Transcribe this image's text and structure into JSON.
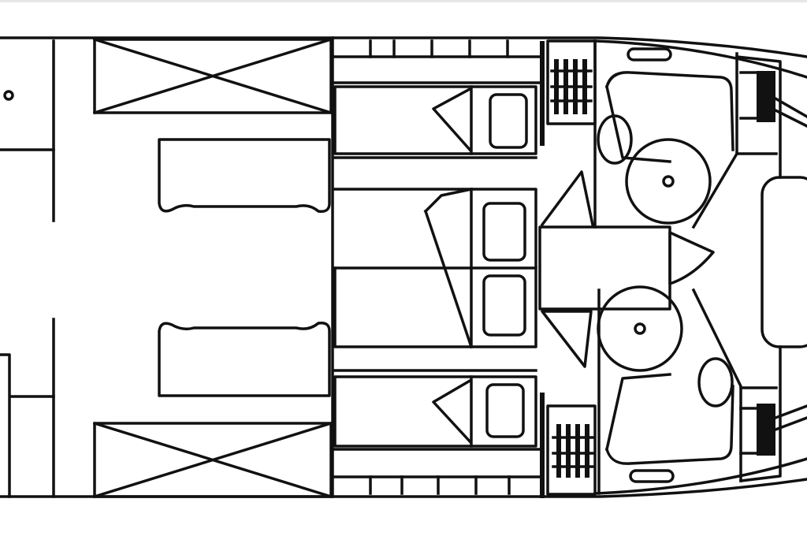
{
  "diagram": {
    "kind": "boat deck floor plan",
    "colors": {
      "line": "#111111",
      "background": "#ffffff",
      "frame": "#e6e6e6"
    },
    "elements": [
      "hull-outline",
      "salon",
      "crossed-storage-boxes",
      "sofas",
      "cabins",
      "bunks",
      "stairs",
      "heads",
      "sinks",
      "engine-access"
    ]
  }
}
